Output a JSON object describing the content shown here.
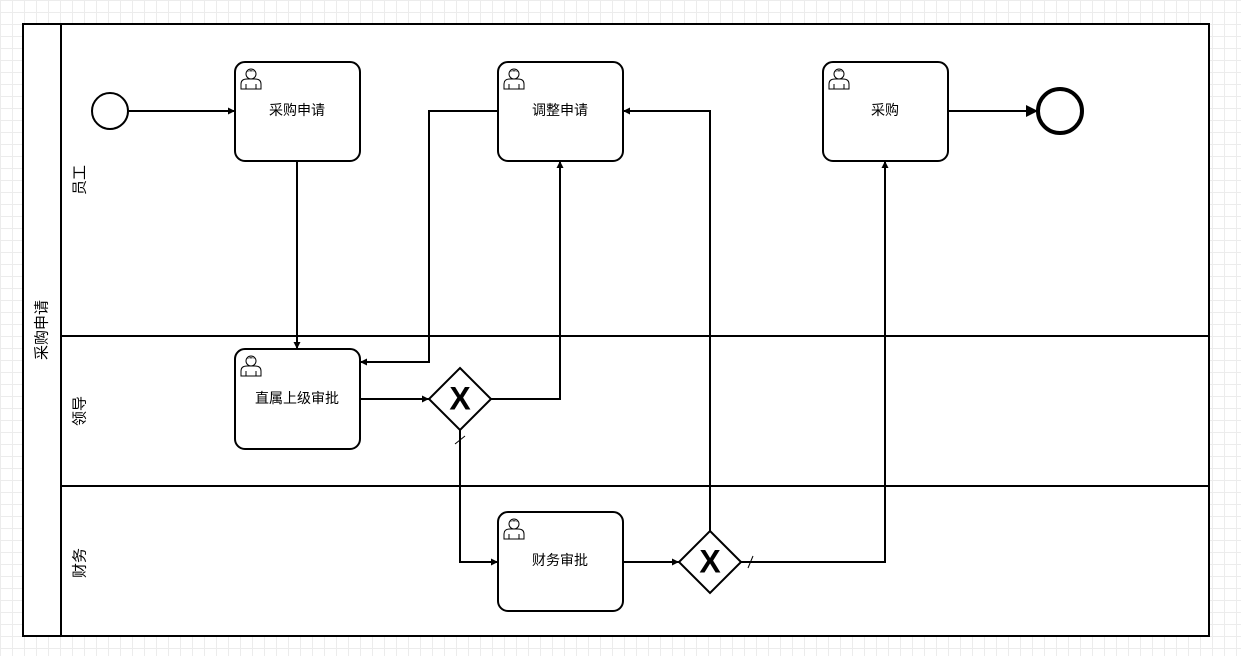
{
  "pool": {
    "label": "采购申请"
  },
  "lanes": [
    {
      "id": "employee",
      "label": "员工"
    },
    {
      "id": "leader",
      "label": "领导"
    },
    {
      "id": "finance",
      "label": "财务"
    }
  ],
  "tasks": {
    "apply": {
      "label": "采购申请",
      "icon": "user-icon"
    },
    "adjust": {
      "label": "调整申请",
      "icon": "user-icon"
    },
    "purchase": {
      "label": "采购",
      "icon": "user-icon"
    },
    "supervisor_approval": {
      "label": "直属上级审批",
      "icon": "user-icon"
    },
    "finance_approval": {
      "label": "财务审批",
      "icon": "user-icon"
    }
  },
  "gateways": {
    "gw1": {
      "type": "exclusive",
      "marker": "X"
    },
    "gw2": {
      "type": "exclusive",
      "marker": "X"
    }
  },
  "events": {
    "start": {
      "type": "start"
    },
    "end": {
      "type": "end"
    }
  },
  "colors": {
    "stroke": "#000000",
    "fill": "#ffffff",
    "grid": "#ececec"
  }
}
